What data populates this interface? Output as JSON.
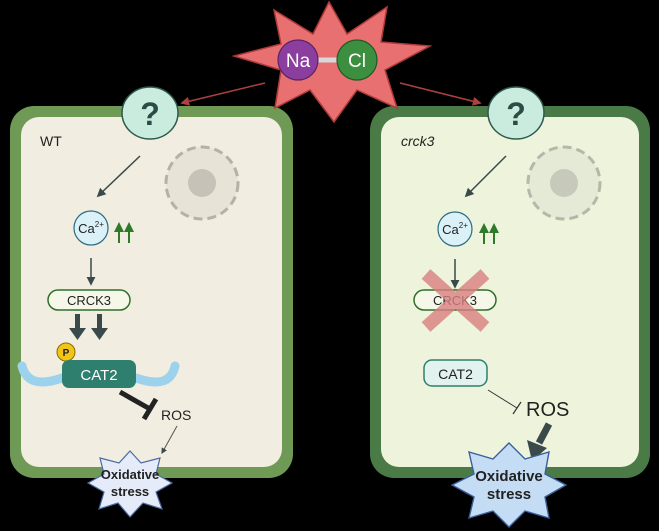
{
  "salt": {
    "na": "Na",
    "cl": "Cl"
  },
  "receptor_symbol": "?",
  "wt_cell": {
    "label": "WT",
    "calcium": {
      "base": "Ca",
      "charge": "2+"
    },
    "kinase": "CRCK3",
    "phospho": "P",
    "catalase": "CAT2",
    "ros": "ROS",
    "outcome_line1": "Oxidative",
    "outcome_line2": "stress"
  },
  "mutant_cell": {
    "label": "crck3",
    "calcium": {
      "base": "Ca",
      "charge": "2+"
    },
    "kinase": "CRCK3",
    "catalase": "CAT2",
    "ros": "ROS",
    "outcome_line1": "Oxidative",
    "outcome_line2": "stress"
  },
  "colors": {
    "background": "#000000",
    "wt_wall": "#6f9a55",
    "wt_cytoplasm": "#f1ede0",
    "mutant_wall": "#4a7a45",
    "mutant_cytoplasm": "#eef3dc",
    "receptor_fill": "#c9ecdf",
    "na_fill": "#8b3e9e",
    "cl_fill": "#3c8f3f",
    "starburst": "#e87070",
    "cat2_fill": "#2f7f6e",
    "knockout_x": "#d98080",
    "stress_burst": "#c5dcf5",
    "arrow_dark": "#3a4a4a",
    "up_arrow": "#2f7a2a"
  }
}
